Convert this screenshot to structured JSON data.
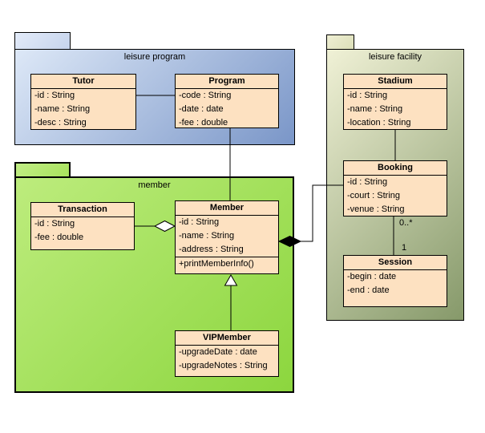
{
  "diagram": {
    "packages": [
      {
        "name": "leisure program"
      },
      {
        "name": "member"
      },
      {
        "name": "leisure facility"
      }
    ],
    "classes": {
      "tutor": {
        "name": "Tutor",
        "attributes": [
          "-id : String",
          "-name : String",
          "-desc : String"
        ]
      },
      "program": {
        "name": "Program",
        "attributes": [
          "-code : String",
          "-date : date",
          "-fee : double"
        ]
      },
      "transaction": {
        "name": "Transaction",
        "attributes": [
          "-id : String",
          "-fee : double"
        ]
      },
      "member": {
        "name": "Member",
        "attributes": [
          "-id : String",
          "-name : String",
          "-address : String"
        ],
        "operations": [
          "+printMemberInfo()"
        ]
      },
      "vipmember": {
        "name": "VIPMember",
        "attributes": [
          "-upgradeDate : date",
          "-upgradeNotes : String"
        ]
      },
      "stadium": {
        "name": "Stadium",
        "attributes": [
          "-id : String",
          "-name : String",
          "-location : String"
        ]
      },
      "booking": {
        "name": "Booking",
        "attributes": [
          "-id : String",
          "-court : String",
          "-venue : String"
        ]
      },
      "session": {
        "name": "Session",
        "attributes": [
          "-begin : date",
          "-end : date"
        ]
      }
    },
    "multiplicities": {
      "booking_end": "0..*",
      "session_end": "1"
    }
  },
  "colors": {
    "class-fill": "#fde1c1",
    "pkg-blue-start": "#dde8f7",
    "pkg-blue-end": "#7a96c8",
    "pkg-blue-tab-start": "#e3ebf9",
    "pkg-blue-tab-end": "#c6d4ec",
    "pkg-green-start": "#bdec7d",
    "pkg-green-end": "#8cd63e",
    "pkg-green-tab-start": "#c2ee86",
    "pkg-green-tab-end": "#a8e25c",
    "pkg-olive-start": "#f0f1d6",
    "pkg-olive-end": "#86996a",
    "pkg-olive-tab-start": "#efefd3",
    "pkg-olive-tab-end": "#dcdfb9",
    "line": "#000000"
  }
}
